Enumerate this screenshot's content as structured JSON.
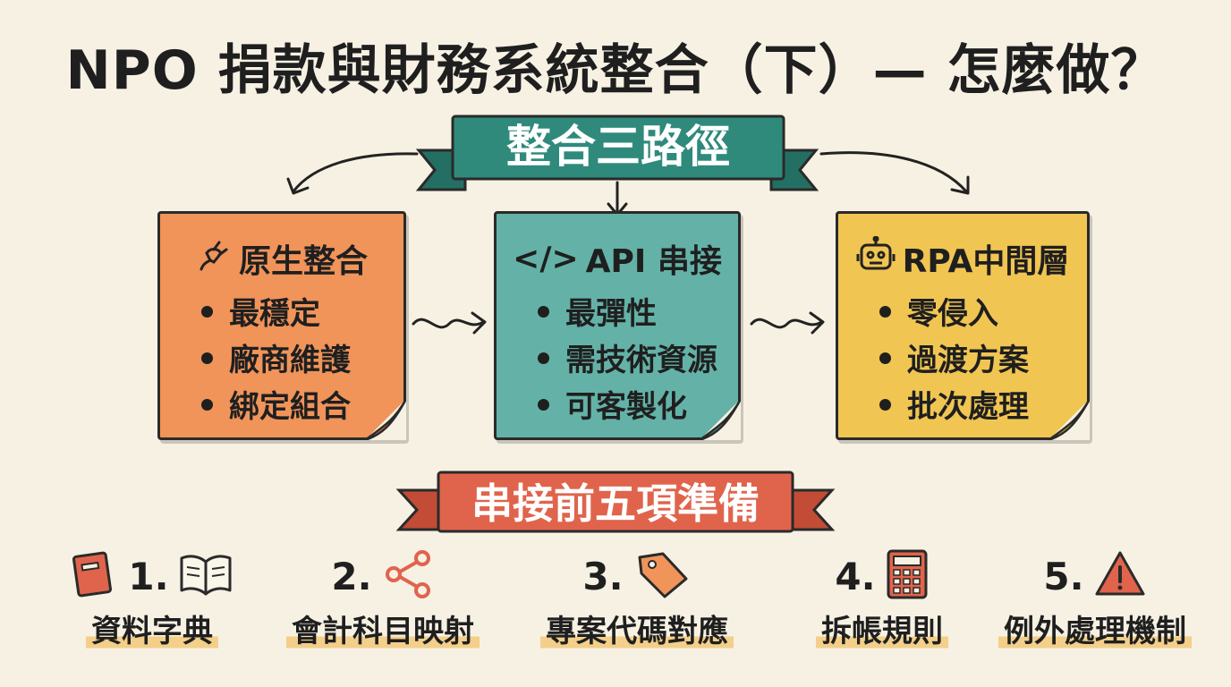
{
  "title": "NPO 捐款與財務系統整合（下）— 怎麼做？",
  "banner_paths": "整合三路徑",
  "banner_prep": "串接前五項準備",
  "paths": [
    {
      "icon": "plug-icon",
      "title": "原生整合",
      "items": [
        "最穩定",
        "廠商維護",
        "綁定組合"
      ],
      "color": "#f0945a"
    },
    {
      "icon": "code-icon",
      "title_prefix": "</>",
      "title": "API 串接",
      "items": [
        "最彈性",
        "需技術資源",
        "可客製化"
      ],
      "color": "#64b2a7"
    },
    {
      "icon": "robot-icon",
      "title": "RPA中間層",
      "items": [
        "零侵入",
        "過渡方案",
        "批次處理"
      ],
      "color": "#f1c552"
    }
  ],
  "steps": [
    {
      "num": "1.",
      "label": "資料字典",
      "icon": "book-icon"
    },
    {
      "num": "2.",
      "label": "會計科目映射",
      "icon": "share-icon"
    },
    {
      "num": "3.",
      "label": "專案代碼對應",
      "icon": "tag-icon"
    },
    {
      "num": "4.",
      "label": "拆帳規則",
      "icon": "calculator-icon"
    },
    {
      "num": "5.",
      "label": "例外處理機制",
      "icon": "warning-icon"
    }
  ],
  "colors": {
    "teal_banner": "#2f8a7c",
    "red_banner": "#e0644c",
    "background": "#f6f1e3"
  }
}
